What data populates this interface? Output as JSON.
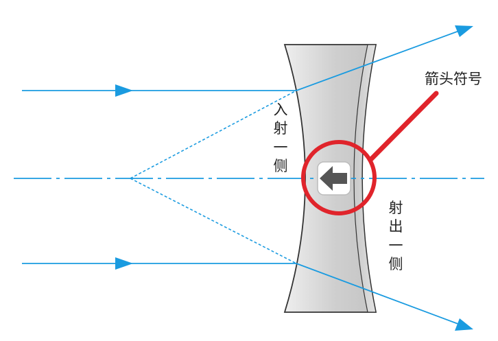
{
  "labels": {
    "arrow_symbol": "箭头符号",
    "incident_side": [
      "入",
      "射",
      "一",
      "侧"
    ],
    "exit_side": [
      "射",
      "出",
      "一",
      "侧"
    ]
  },
  "colors": {
    "ray": "#1a9be0",
    "lens_fill": "#d4d4d4",
    "lens_stroke": "#333333",
    "highlight": "#e0242b",
    "arrow_symbol": "#555555"
  },
  "icons": {
    "arrow_symbol": "left-arrow-icon"
  }
}
